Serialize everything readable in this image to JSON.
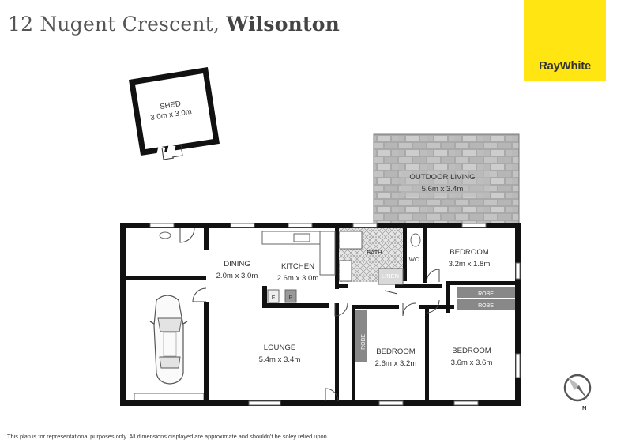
{
  "header": {
    "address": "12 Nugent Crescent,",
    "suburb": "Wilsonton"
  },
  "logo": {
    "text": "RayWhite",
    "color": "#ffe512"
  },
  "rooms": {
    "shed": {
      "name": "SHED",
      "size": "3.0m x 3.0m"
    },
    "outdoor": {
      "name": "OUTDOOR LIVING",
      "size": "5.6m x 3.4m"
    },
    "dining": {
      "name": "DINING",
      "size": "2.0m x 3.0m"
    },
    "kitchen": {
      "name": "KITCHEN",
      "size": "2.6m x 3.0m"
    },
    "bath": {
      "name": "BATH"
    },
    "wc": {
      "name": "WC"
    },
    "linen": {
      "name": "LINEN"
    },
    "bed1": {
      "name": "BEDROOM",
      "size": "3.2m x 1.8m"
    },
    "robe1": {
      "name": "ROBE"
    },
    "robe2": {
      "name": "ROBE"
    },
    "robe3": {
      "name": "ROBE"
    },
    "lounge": {
      "name": "LOUNGE",
      "size": "5.4m x 3.4m"
    },
    "bed2": {
      "name": "BEDROOM",
      "size": "2.6m x 3.2m"
    },
    "bed3": {
      "name": "BEDROOM",
      "size": "3.6m x 3.6m"
    },
    "fridge": {
      "name": "F"
    },
    "pantry": {
      "name": "P"
    }
  },
  "compass": {
    "letter": "N",
    "icon": "north-compass-icon"
  },
  "footer": {
    "disclaimer": "This plan is for representational purposes only. All dimensions displayed are approximate and shouldn't be soley relied upon."
  }
}
